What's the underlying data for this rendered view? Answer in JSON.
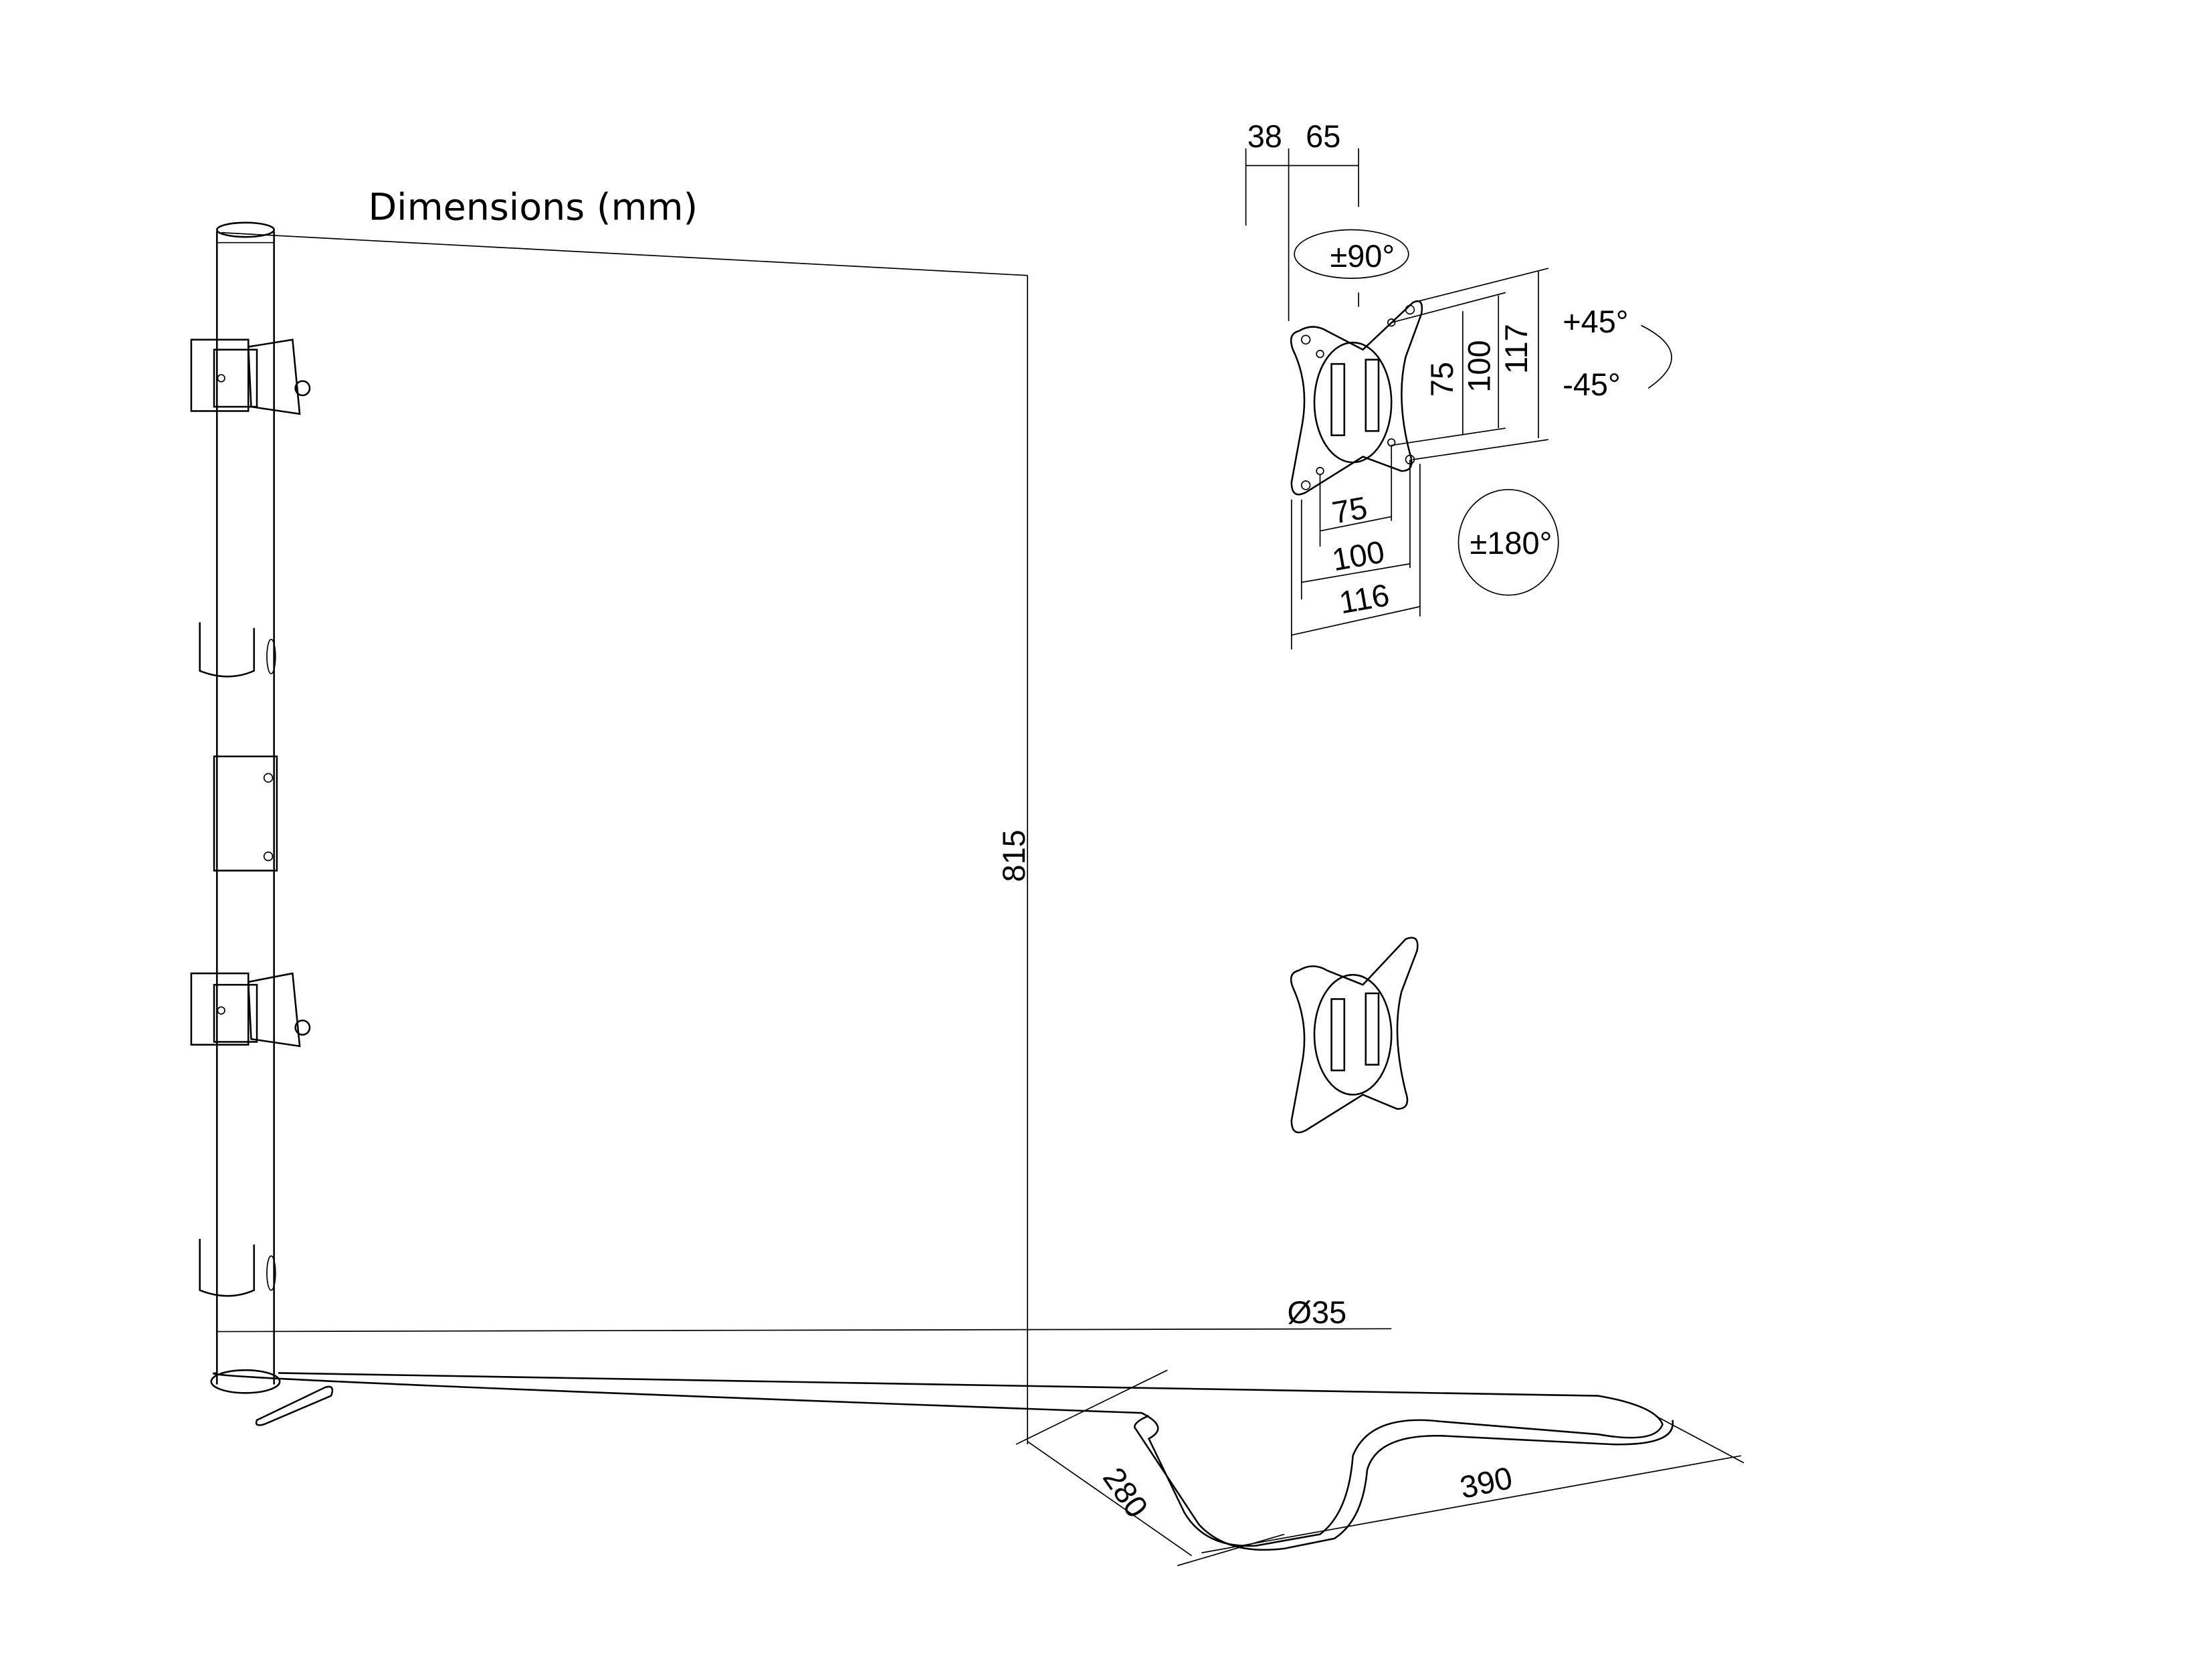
{
  "title": "Dimensions (mm)",
  "dimensions": {
    "pole_height": "815",
    "pole_width": "38",
    "offset": "65",
    "pole_diameter": "Ø35",
    "base_depth": "280",
    "base_width": "390",
    "vesa_v_small": "75",
    "vesa_v_large": "100",
    "plate_height": "117",
    "vesa_h_small": "75",
    "vesa_h_large": "100",
    "plate_width": "116"
  },
  "rotations": {
    "swivel": "±90°",
    "tilt_up": "+45°",
    "tilt_down": "-45°",
    "rotate": "±180°"
  }
}
